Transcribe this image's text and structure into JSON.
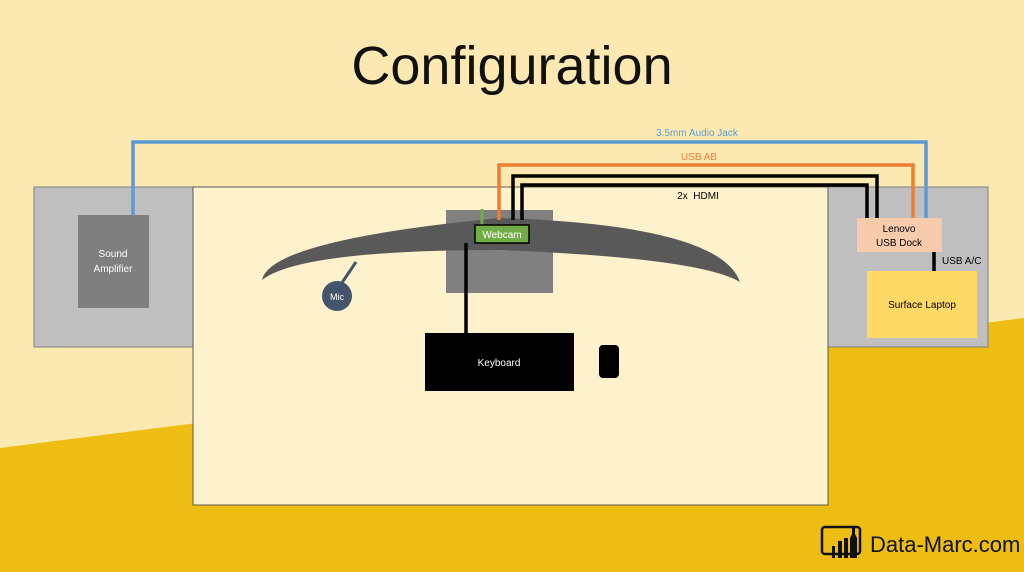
{
  "title": "Configuration",
  "labels": {
    "audio_jack": "3.5mm Audio Jack",
    "usb_ab": "USB AB",
    "hdmi": "2x  HDMI",
    "usb_ac": "USB A/C",
    "webcam": "Webcam",
    "mic": "Mic",
    "keyboard": "Keyboard",
    "amplifier_line1": "Sound",
    "amplifier_line2": "Amplifier",
    "dock_line1": "Lenovo",
    "dock_line2": "USB Dock",
    "laptop": "Surface Laptop"
  },
  "logo_text": "Data-Marc.com",
  "colors": {
    "bg_light": "#fbe9b1",
    "bg_dark": "#edbd14",
    "desk": "#fef2cc",
    "audio": "#5b9bd5",
    "usb": "#ed7d31",
    "webcam": "#70ad47",
    "dock": "#f8cbad",
    "laptop": "#ffd966"
  }
}
